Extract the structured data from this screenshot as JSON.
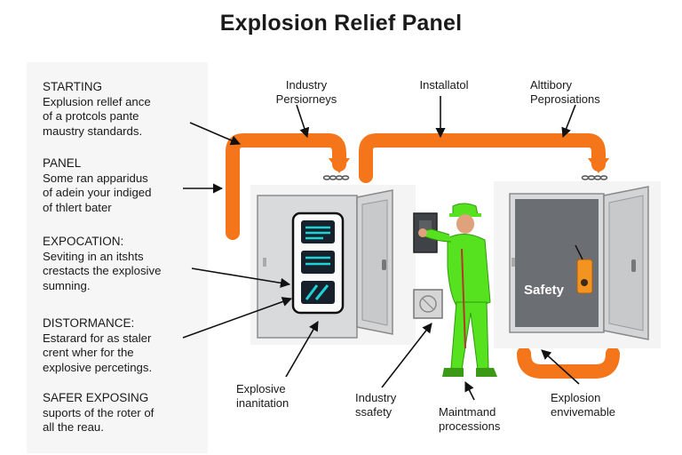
{
  "title": "Explosion Relief Panel",
  "left_notes": [
    {
      "heading": "STARTING",
      "lines": [
        "Explusion rellef ance",
        "of a protcols pante",
        "maustry standards."
      ]
    },
    {
      "heading": "PANEL",
      "lines": [
        "Some ran apparidus",
        "of adein your indiged",
        "of thlert bater"
      ]
    },
    {
      "heading": "EXPOCATION:",
      "lines": [
        "Seviting in an itshts",
        "crestacts the explosive",
        "sumning."
      ]
    },
    {
      "heading": "DISTORMANCE:",
      "lines": [
        "Estarard for as staler",
        "crent wher for the",
        "explosive percetings."
      ]
    },
    {
      "heading": "SAFER EXPOSING",
      "lines": [
        "suports of the roter of",
        "all the reau."
      ]
    }
  ],
  "top_labels": {
    "industry": [
      "Industry",
      "Persiorneys"
    ],
    "install": [
      "Installatol"
    ],
    "authority": [
      "Alttibory",
      "Peprosiations"
    ]
  },
  "bottom_labels": {
    "explosive": [
      "Explosive",
      "inanitation"
    ],
    "safety": [
      "Industry",
      "ssafety"
    ],
    "maint": [
      "Maintmand",
      "processions"
    ],
    "env": [
      "Explosion",
      "envivemable"
    ]
  },
  "safety_sign": "Safety",
  "colors": {
    "pipe": "#f5761a",
    "worker": "#57e21f",
    "cabinet": "#d9dadc",
    "screen": "#1dd3d9"
  }
}
